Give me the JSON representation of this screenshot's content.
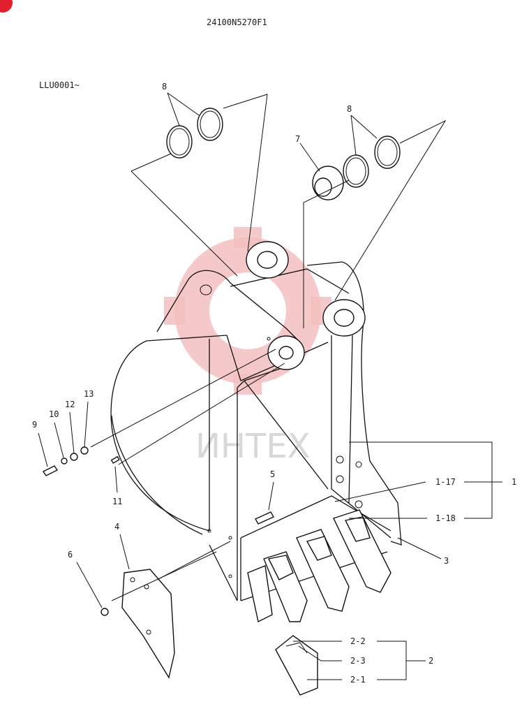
{
  "header": {
    "part_number": "24100N5270F1",
    "serial_range": "LLU0001~"
  },
  "watermark": {
    "text": "ИНТЕХ"
  },
  "callouts": {
    "c8a": "8",
    "c8b": "8",
    "c7": "7",
    "c9": "9",
    "c10": "10",
    "c12": "12",
    "c13": "13",
    "c11": "11",
    "c5": "5",
    "c4": "4",
    "c6": "6",
    "c3": "3",
    "c1": "1",
    "c1_17": "1-17",
    "c1_18": "1-18",
    "c2": "2",
    "c2_1": "2-1",
    "c2_2": "2-2",
    "c2_3": "2-3"
  },
  "colors": {
    "line": "#111111",
    "watermark": "#f3c0c0",
    "corner_mark": "#e0202a"
  }
}
